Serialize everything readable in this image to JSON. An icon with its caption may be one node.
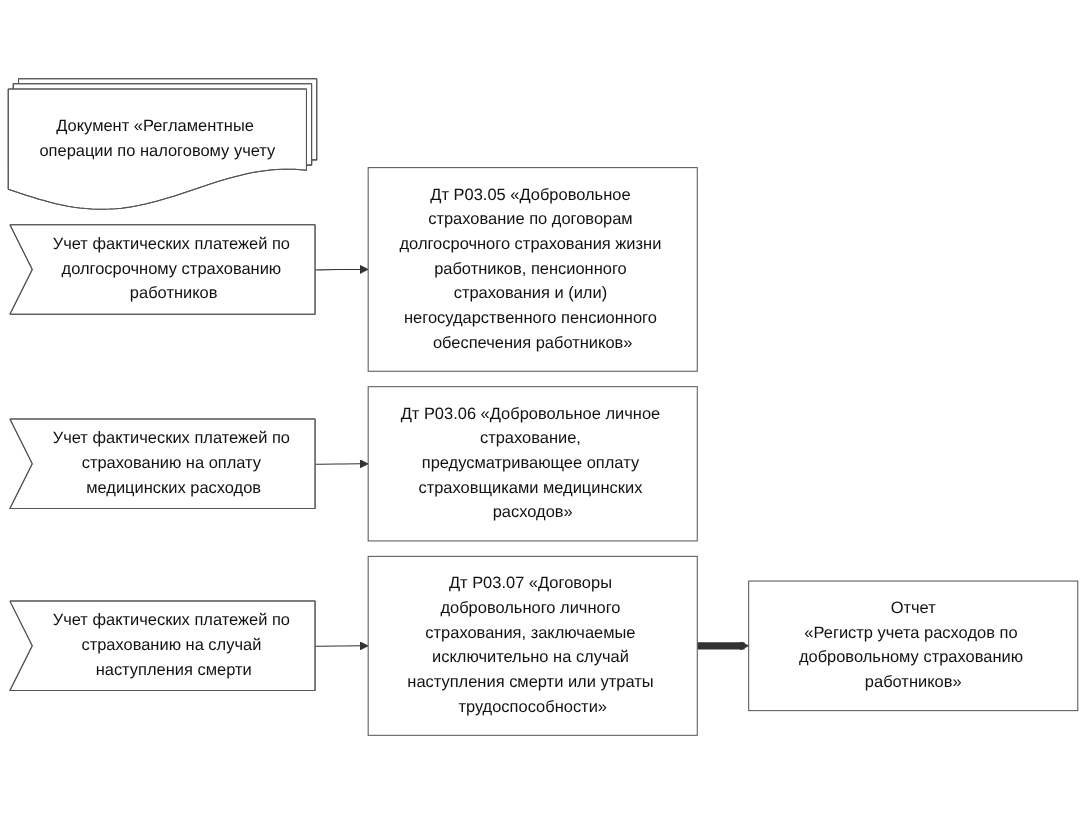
{
  "diagram": {
    "nodes": [
      {
        "text": [
          "Документ «Регламентные операции по налоговому учету"
        ]
      },
      {
        "text": [
          "Учет фактических платежей по долгосрочному страхованию работников"
        ]
      },
      {
        "text": [
          "Учет фактических платежей по страхованию на оплату медицинских расходов"
        ]
      },
      {
        "text": [
          "Учет фактических платежей по страхованию на случай наступления смерти"
        ]
      },
      {
        "text": [
          "Дт Р03.05 «Добровольное страхование по договорам долгосрочного страхования жизни работников, пенсионного страхования и (или) негосударственного пенсионного обеспечения работников»"
        ]
      },
      {
        "text": [
          "Дт Р03.06 «Добровольное личное страхование, предусматривающее оплату страховщиками медицинских расходов»"
        ]
      },
      {
        "text": [
          "Дт Р03.07 «Договоры добровольного личного страхования, заключаемые исключительно на случай наступления смерти или утраты трудоспособности»"
        ]
      },
      {
        "text": [
          "Отчет",
          "«Регистр учета расходов по добровольному страхованию работников»"
        ]
      }
    ],
    "edges": [
      {
        "from": 1,
        "to": 4,
        "arrow": "to"
      },
      {
        "from": 2,
        "to": 5,
        "arrow": "to"
      },
      {
        "from": 3,
        "to": 6,
        "arrow": "to"
      },
      {
        "from": 6,
        "to": 7,
        "arrow": "to",
        "style": "thick"
      }
    ]
  }
}
